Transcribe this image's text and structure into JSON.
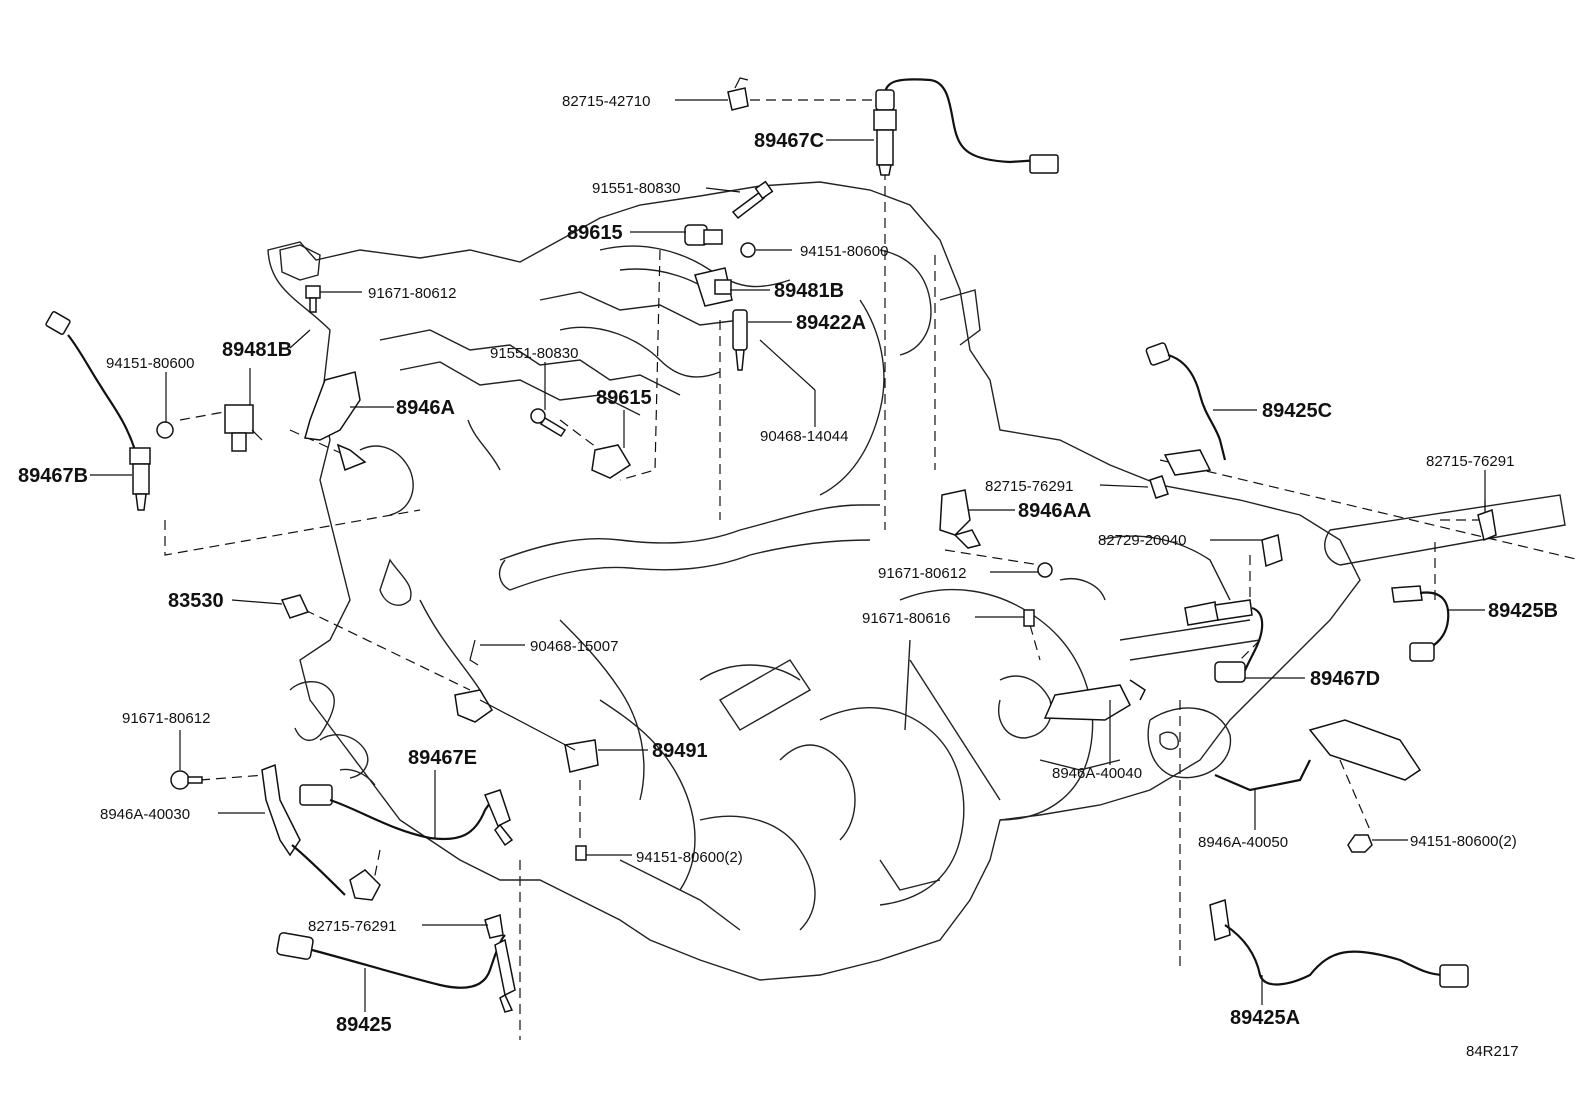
{
  "diagram_id": "84R217",
  "labels": {
    "p82715_42710": "82715-42710",
    "p89467C": "89467C",
    "p91551_80830_a": "91551-80830",
    "p89615_a": "89615",
    "p94151_80600_a": "94151-80600",
    "p89481B_a": "89481B",
    "p89422A": "89422A",
    "p91671_80612_a": "91671-80612",
    "p94151_80600_b": "94151-80600",
    "p89481B_b": "89481B",
    "p91551_80830_b": "91551-80830",
    "p89615_b": "89615",
    "p8946A": "8946A",
    "p90468_14044": "90468-14044",
    "p89467B": "89467B",
    "p89425C": "89425C",
    "p82715_76291_a": "82715-76291",
    "p82715_76291_b": "82715-76291",
    "p8946AA": "8946AA",
    "p82729_20040": "82729-20040",
    "p91671_80612_b": "91671-80612",
    "p91671_80616": "91671-80616",
    "p83530": "83530",
    "p90468_15007": "90468-15007",
    "p89425B": "89425B",
    "p89467D": "89467D",
    "p91671_80612_c": "91671-80612",
    "p89491": "89491",
    "p89467E": "89467E",
    "p8946A_40030": "8946A-40030",
    "p8946A_40040": "8946A-40040",
    "p8946A_40050": "8946A-40050",
    "p94151_80600_2a": "94151-80600(2)",
    "p94151_80600_2b": "94151-80600(2)",
    "p82715_76291_c": "82715-76291",
    "p89425": "89425",
    "p89425A": "89425A"
  }
}
